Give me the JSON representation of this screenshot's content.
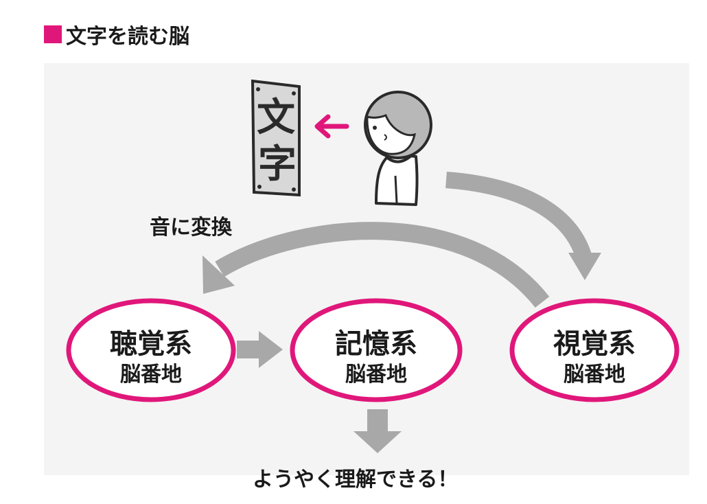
{
  "title": "文字を読む脳",
  "sign": {
    "chars": [
      "文",
      "字"
    ]
  },
  "convert_label": "音に変換",
  "nodes": [
    {
      "title": "聴覚系",
      "sub": "脳番地"
    },
    {
      "title": "記憶系",
      "sub": "脳番地"
    },
    {
      "title": "視覚系",
      "sub": "脳番地"
    }
  ],
  "bottom_label": "ようやく理解できる！",
  "colors": {
    "accent": "#e0177a",
    "arrow": "#a8a8a8",
    "ink": "#2a2a2a",
    "panel": "#f4f4f4"
  }
}
